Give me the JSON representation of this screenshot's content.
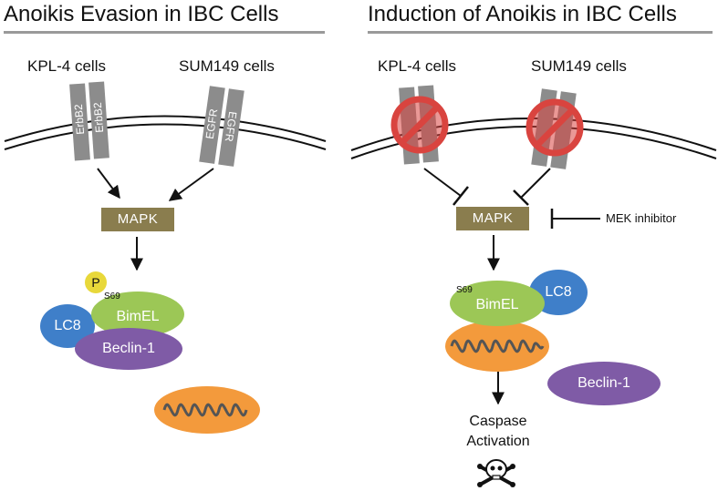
{
  "left": {
    "title": "Anoikis Evasion in IBC Cells",
    "cell1": "KPL-4 cells",
    "cell2": "SUM149 cells",
    "receptor1": "ErbB2",
    "receptor2": "EGFR",
    "mapk": "MAPK",
    "phospho": "P",
    "site": "S69",
    "lc8": "LC8",
    "bimel": "BimEL",
    "beclin": "Beclin-1"
  },
  "right": {
    "title": "Induction of Anoikis in IBC Cells",
    "cell1": "KPL-4 cells",
    "cell2": "SUM149 cells",
    "mapk": "MAPK",
    "inhibitor": "MEK inhibitor",
    "site": "S69",
    "bimel": "BimEL",
    "lc8": "LC8",
    "beclin": "Beclin-1",
    "outcome_line1": "Caspase",
    "outcome_line2": "Activation"
  },
  "colors": {
    "mapk": "#8a7d4e",
    "bimel": "#9cc756",
    "lc8": "#3f7fc9",
    "beclin": "#7f5ba6",
    "mitochondrion": "#f39a3c",
    "receptor": "#8c8c8c",
    "prohibit": "#d9443f",
    "phospho": "#e8d83a"
  },
  "icons": [
    "skull-crossbones-icon",
    "prohibition-icon",
    "mitochondrion-icon",
    "membrane-icon"
  ]
}
